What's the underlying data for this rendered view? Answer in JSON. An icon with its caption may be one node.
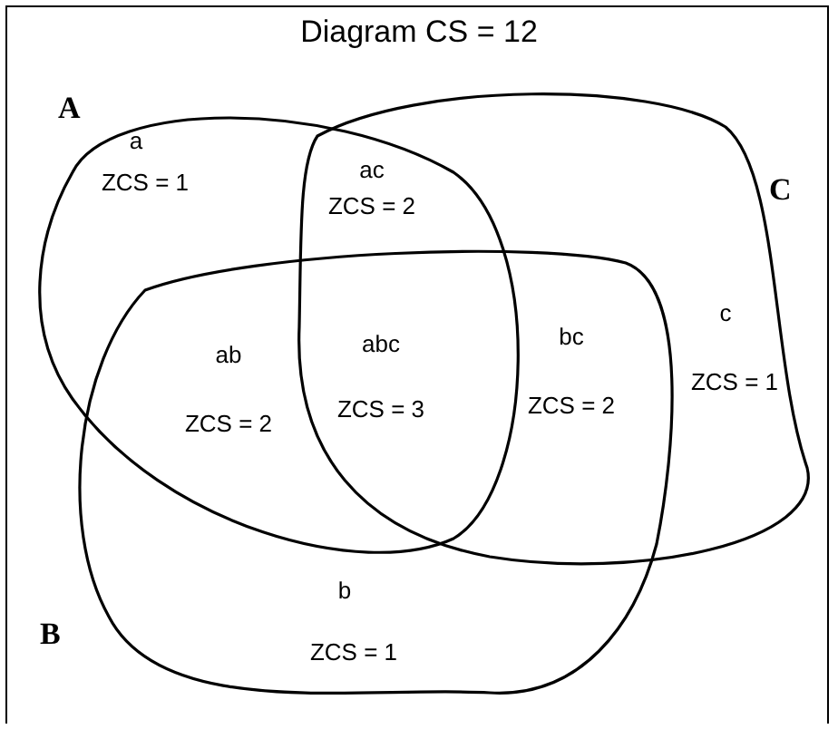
{
  "diagram": {
    "title": "Diagram CS = 12",
    "nodes": [
      {
        "text": [
          "A"
        ]
      },
      {
        "text": [
          "B"
        ]
      },
      {
        "text": [
          "C"
        ]
      }
    ],
    "labels": [
      "a",
      "ZCS = 1",
      "ac",
      "ZCS = 2",
      "ab",
      "ZCS = 2",
      "abc",
      "ZCS = 3",
      "bc",
      "ZCS = 2",
      "c",
      "ZCS = 1",
      "b",
      "ZCS = 1"
    ]
  }
}
